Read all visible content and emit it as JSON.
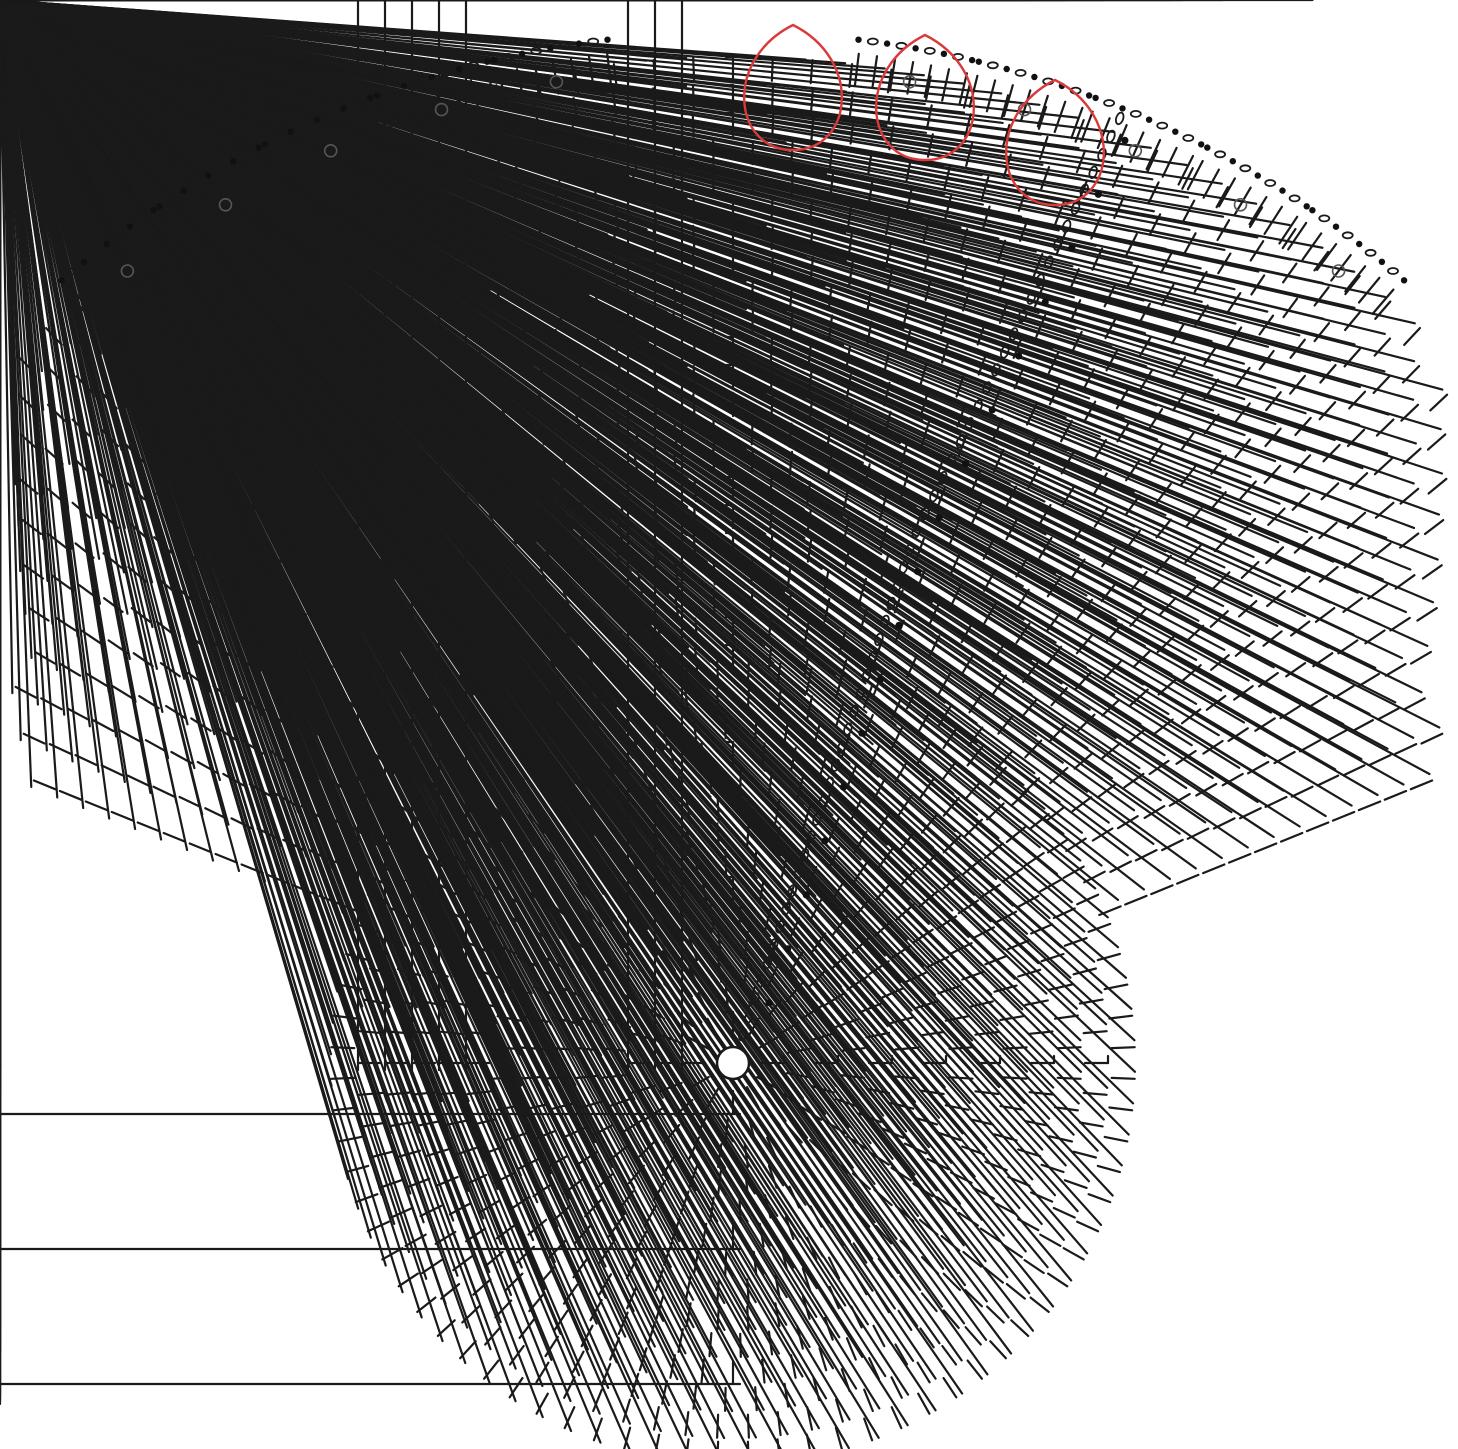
{
  "diagram": {
    "type": "crochet-stitch-chart",
    "colors": {
      "ink": "#1a1a1a",
      "highlight": "#d93a3a",
      "background": "#ffffff"
    },
    "symbols": [
      "double-crochet",
      "chain",
      "slip-stitch",
      "magic-ring",
      "picot"
    ],
    "rounds": {
      "base_circle_rounds": 14,
      "fan_rows": 22
    },
    "highlighted_motifs": 3
  }
}
